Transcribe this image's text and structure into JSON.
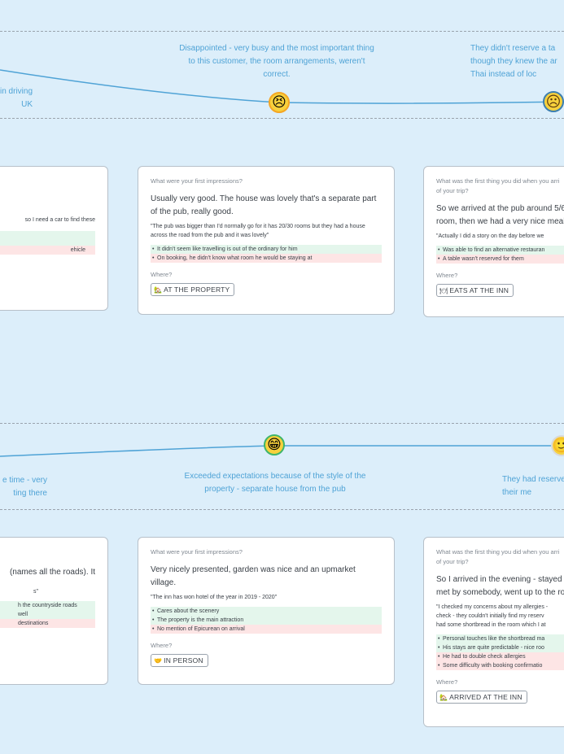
{
  "row1": {
    "captions": {
      "left": "in driving\nUK",
      "middle": "Disappointed - very busy and the most important thing\nto this customer, the room arrangements, weren't\ncorrect.",
      "right": "They didn't reserve a ta\nthough they knew the ar\nThai instead of loc"
    },
    "emojis": {
      "middle": "😣",
      "right": "☹"
    },
    "cards": {
      "left": {
        "question": "",
        "answer": "",
        "quote": "so I need a car to find these",
        "positives": [
          ""
        ],
        "negatives": [
          "ehicle"
        ]
      },
      "middle": {
        "question": "What were your first impressions?",
        "answer": "Usually very good. The house was lovely that's a separate part of the pub, really good.",
        "quote": "\"The pub was bigger than I'd normally go for it has 20/30 rooms but they had a house across the road from the pub and it was lovely\"",
        "positives": [
          "It didn't seem like travelling is out of the ordinary for him"
        ],
        "negatives": [
          "On booking, he didn't know what room he would be staying at"
        ],
        "where_label": "Where?",
        "tag_icon": "🏡",
        "tag": "AT THE PROPERTY"
      },
      "right": {
        "question": "What was the first thing you did when you arri\nof your trip?",
        "answer": "So we arrived at the pub around 5/6\nroom, then we had a very nice meal",
        "quote": "\"Actually I did a story on the day before we",
        "positives": [
          "Was able to find an alternative restauran"
        ],
        "negatives": [
          "A table wasn't reserved for them"
        ],
        "where_label": "Where?",
        "tag_icon": "🍽",
        "tag": "EATS AT THE INN"
      }
    }
  },
  "row2": {
    "captions": {
      "left": "e time - very\nting there",
      "middle": "Exceeded expectations because of the style of the\nproperty - separate house from the pub",
      "right": "They had reserve\ntheir me"
    },
    "emojis": {
      "middle": "😁",
      "right": "🙂"
    },
    "cards": {
      "left": {
        "question": "",
        "answer": "(names all the roads). It",
        "quote": "s\"",
        "positives": [
          "h the countryside roads",
          "well"
        ],
        "negatives": [
          "destinations"
        ]
      },
      "middle": {
        "question": "What were your first impressions?",
        "answer": "Very nicely presented, garden was nice and an upmarket village.",
        "quote": "\"The inn has won hotel of the year in 2019 - 2020\"",
        "positives": [
          "Cares about the scenery",
          "The property is the main attraction"
        ],
        "negatives": [
          "No mention of Epicurean on arrival"
        ],
        "where_label": "Where?",
        "tag_icon": "🤝",
        "tag": "IN PERSON"
      },
      "right": {
        "question": "What was the first thing you did when you arri\nof your trip?",
        "answer": "So I arrived in the evening - stayed a\nmet by somebody, went up to the ro",
        "quote": "\"I checked my concerns about my allergies -\ncheck - they couldn't initially find my reserv\nhad some shortbread in the room which I at",
        "positives": [
          "Personal touches like the shortbread ma",
          "His stays are quite predictable - nice roo"
        ],
        "negatives": [
          "He had to double check allergies",
          "Some difficulty with booking confirmatio"
        ],
        "where_label": "Where?",
        "tag_icon": "🏡",
        "tag": "ARRIVED AT THE INN"
      }
    }
  },
  "colors": {
    "caption": "#4fa3d6",
    "line": "#4fa3d6",
    "positive": "#e4f6ec",
    "negative": "#fde5e5",
    "background": "#dceefa"
  },
  "icons": {
    "row1_middle": "persevering-face",
    "row1_right": "frowning-face",
    "row2_middle": "grinning-face",
    "row2_right": "slightly-smiling-face"
  }
}
